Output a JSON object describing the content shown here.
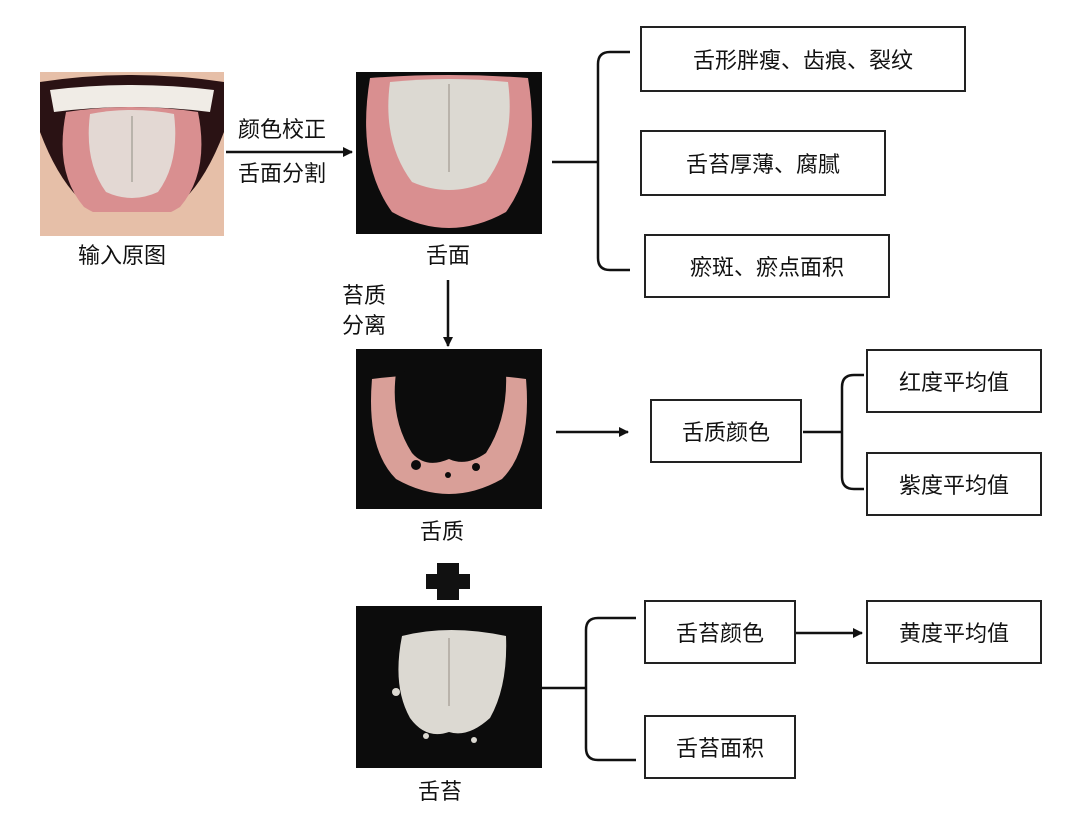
{
  "images": {
    "input_label": "输入原图",
    "surface_label": "舌面",
    "body_label": "舌质",
    "coating_label": "舌苔"
  },
  "steps": {
    "correction_line1": "颜色校正",
    "correction_line2": "舌面分割",
    "separation_line1": "苔质",
    "separation_line2": "分离"
  },
  "features": {
    "shape": "舌形胖瘦、齿痕、裂纹",
    "coating_thickness": "舌苔厚薄、腐腻",
    "spots": "瘀斑、瘀点面积",
    "body_color": "舌质颜色",
    "red_avg": "红度平均值",
    "purple_avg": "紫度平均值",
    "coating_color": "舌苔颜色",
    "yellow_avg": "黄度平均值",
    "coating_area": "舌苔面积"
  },
  "colors": {
    "tongue": "#d98f90",
    "coating": "#d9d9d4",
    "background": "#0c0c0c",
    "skin": "#e8c0a8"
  }
}
